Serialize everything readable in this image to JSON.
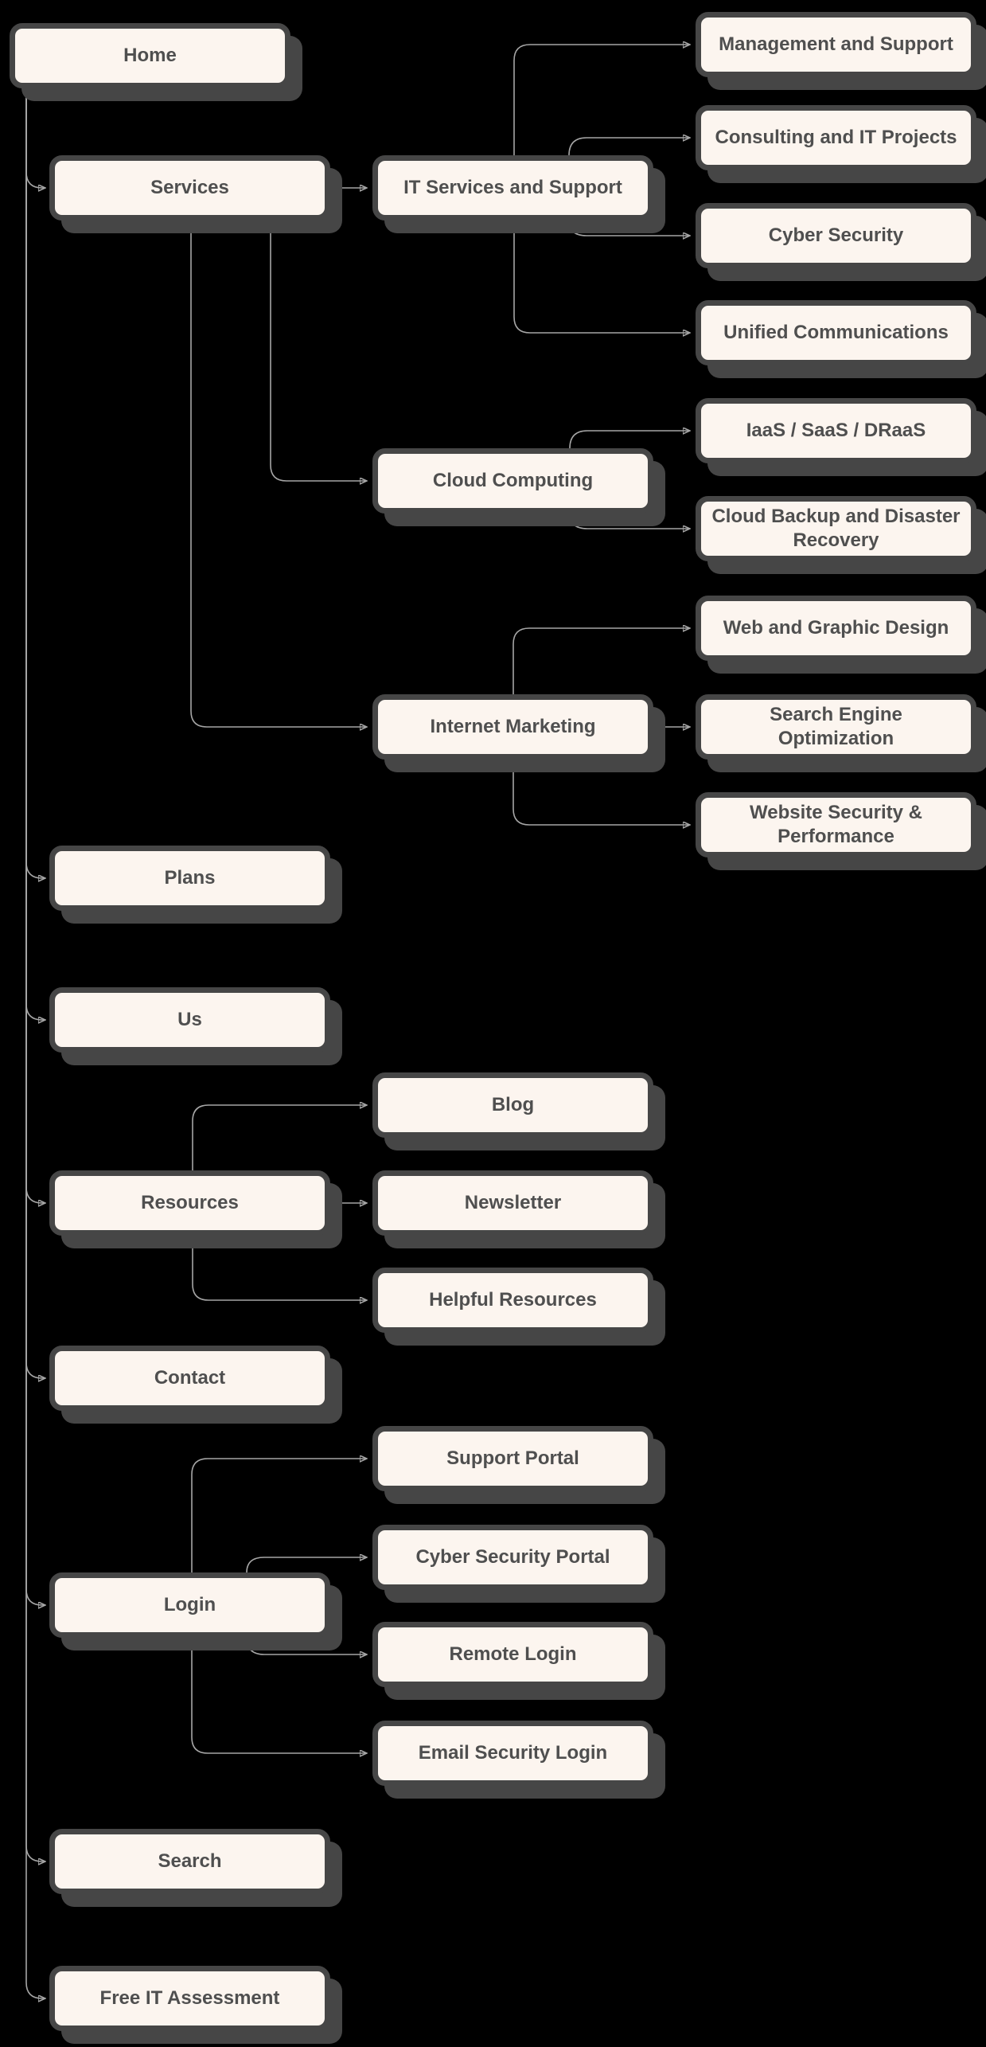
{
  "diagram": {
    "type": "sitemap-flowchart",
    "background": "#000000",
    "node_fill": "#FCF5EF",
    "node_border": "#464646",
    "node_shadow": "#464646",
    "edge_color": "#A6A6A6",
    "text_color": "#4F4F4F",
    "nodes": {
      "home": {
        "label": "Home"
      },
      "services": {
        "label": "Services"
      },
      "plans": {
        "label": "Plans"
      },
      "us": {
        "label": "Us"
      },
      "resources": {
        "label": "Resources"
      },
      "contact": {
        "label": "Contact"
      },
      "login": {
        "label": "Login"
      },
      "search": {
        "label": "Search"
      },
      "free_it_assessment": {
        "label": "Free IT Assessment"
      },
      "it_services_and_support": {
        "label": "IT Services and Support"
      },
      "cloud_computing": {
        "label": "Cloud Computing"
      },
      "internet_marketing": {
        "label": "Internet Marketing"
      },
      "blog": {
        "label": "Blog"
      },
      "newsletter": {
        "label": "Newsletter"
      },
      "helpful_resources": {
        "label": "Helpful Resources"
      },
      "support_portal": {
        "label": "Support Portal"
      },
      "cyber_security_portal": {
        "label": "Cyber Security Portal"
      },
      "remote_login": {
        "label": "Remote Login"
      },
      "email_security_login": {
        "label": "Email Security Login"
      },
      "management_and_support": {
        "label": "Management and Support"
      },
      "consulting_and_it_projects": {
        "label": "Consulting and IT Projects"
      },
      "cyber_security": {
        "label": "Cyber Security"
      },
      "unified_communications": {
        "label": "Unified Communications"
      },
      "iaas_saas_draas": {
        "label": "IaaS / SaaS / DRaaS"
      },
      "cloud_backup_and_disaster_recovery": {
        "label": "Cloud Backup and Disaster Recovery"
      },
      "web_and_graphic_design": {
        "label": "Web and Graphic Design"
      },
      "search_engine_optimization": {
        "label": "Search Engine Optimization"
      },
      "website_security_performance": {
        "label": "Website Security & Performance"
      }
    },
    "edges": [
      {
        "from": "Home",
        "to": "Services"
      },
      {
        "from": "Home",
        "to": "Plans"
      },
      {
        "from": "Home",
        "to": "Us"
      },
      {
        "from": "Home",
        "to": "Resources"
      },
      {
        "from": "Home",
        "to": "Contact"
      },
      {
        "from": "Home",
        "to": "Login"
      },
      {
        "from": "Home",
        "to": "Search"
      },
      {
        "from": "Home",
        "to": "Free IT Assessment"
      },
      {
        "from": "Services",
        "to": "IT Services and Support"
      },
      {
        "from": "Services",
        "to": "Cloud Computing"
      },
      {
        "from": "Services",
        "to": "Internet Marketing"
      },
      {
        "from": "IT Services and Support",
        "to": "Management and Support"
      },
      {
        "from": "IT Services and Support",
        "to": "Consulting and IT Projects"
      },
      {
        "from": "IT Services and Support",
        "to": "Cyber Security"
      },
      {
        "from": "IT Services and Support",
        "to": "Unified Communications"
      },
      {
        "from": "Cloud Computing",
        "to": "IaaS / SaaS / DRaaS"
      },
      {
        "from": "Cloud Computing",
        "to": "Cloud Backup and Disaster Recovery"
      },
      {
        "from": "Internet Marketing",
        "to": "Web and Graphic Design"
      },
      {
        "from": "Internet Marketing",
        "to": "Search Engine Optimization"
      },
      {
        "from": "Internet Marketing",
        "to": "Website Security & Performance"
      },
      {
        "from": "Resources",
        "to": "Blog"
      },
      {
        "from": "Resources",
        "to": "Newsletter"
      },
      {
        "from": "Resources",
        "to": "Helpful Resources"
      },
      {
        "from": "Login",
        "to": "Support Portal"
      },
      {
        "from": "Login",
        "to": "Cyber Security Portal"
      },
      {
        "from": "Login",
        "to": "Remote Login"
      },
      {
        "from": "Login",
        "to": "Email Security Login"
      }
    ]
  }
}
